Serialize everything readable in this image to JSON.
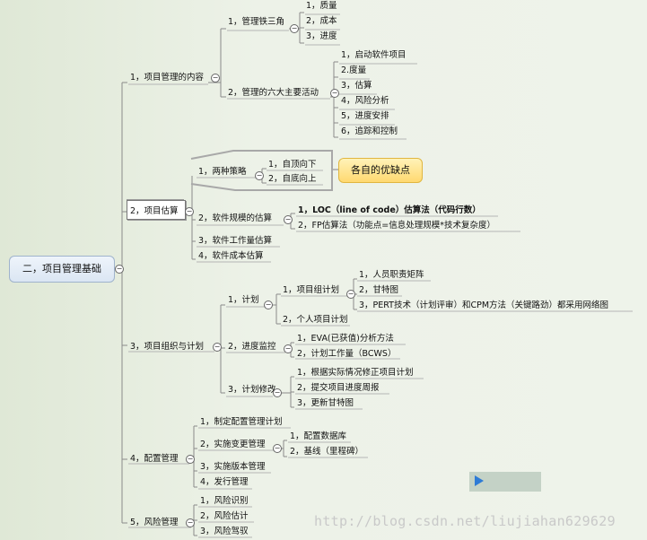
{
  "root": "二，项目管理基础",
  "l1": {
    "c1": "1，项目管理的内容",
    "c2": "2，项目估算",
    "c3": "3，项目组织与计划",
    "c4": "4，配置管理",
    "c5": "5，风险管理"
  },
  "content": {
    "a": "1，管理铁三角",
    "a1": "1，质量",
    "a2": "2，成本",
    "a3": "3，进度",
    "b": "2，管理的六大主要活动",
    "b1": "1，启动软件项目",
    "b2": "2.度量",
    "b3": "3，估算",
    "b4": "4，风险分析",
    "b5": "5，进度安排",
    "b6": "6，追踪和控制"
  },
  "estimate": {
    "a": "1，两种策略",
    "a1": "1，自顶向下",
    "a2": "2，自底向上",
    "callout": "各自的优缺点",
    "b": "2，软件规模的估算",
    "b1": "1，LOC（line   of   code）估算法（代码行数）",
    "b2": "2，FP估算法（功能点=信息处理规模*技术复杂度）",
    "c": "3，软件工作量估算",
    "d": "4，软件成本估算"
  },
  "org": {
    "a": "1，计划",
    "a1": "1，项目组计划",
    "a1a": "1，人员职责矩阵",
    "a1b": "2，甘特图",
    "a1c": "3，PERT技术（计划评审）和CPM方法（关键路劲）都采用网络图",
    "a2": "2，个人项目计划",
    "b": "2，进度监控",
    "b1": "1，EVA(已获值)分析方法",
    "b2": "2，计划工作量（BCWS）",
    "c": "3，计划修改",
    "c1": "1，根据实际情况修正项目计划",
    "c2": "2，提交项目进度周报",
    "c3": "3，更新甘特图"
  },
  "config": {
    "a": "1，制定配置管理计划",
    "b": "2，实施变更管理",
    "b1": "1，配置数据库",
    "b2": "2，基线（里程碑）",
    "c": "3，实施版本管理",
    "d": "4，发行管理"
  },
  "risk": {
    "a": "1，风险识别",
    "b": "2，风险估计",
    "c": "3，风险驾驭"
  },
  "watermark": "http://blog.csdn.net/liujiahan629629",
  "colors": {
    "line": "#8a8a8a",
    "callout": "#ffd970",
    "root": "#dbe6f3"
  }
}
